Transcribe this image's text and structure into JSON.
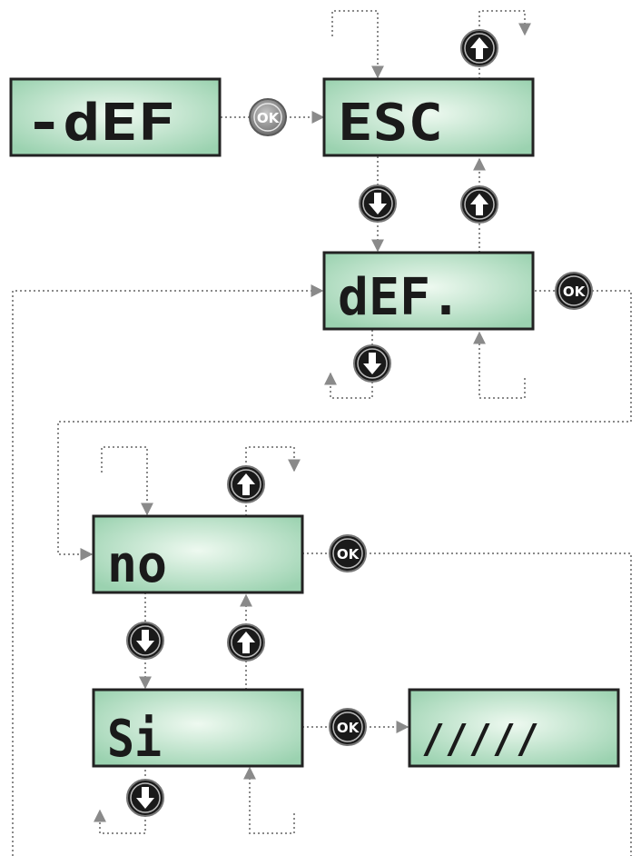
{
  "screens": {
    "def_entry": "-dEF",
    "esc": "ESC",
    "def_confirm": "dEF.",
    "no": "no",
    "si": "Si",
    "progress": "/////"
  },
  "buttons": {
    "ok_label": "OK"
  },
  "colors": {
    "lcd_fill_center": "#eaf7ec",
    "lcd_fill_edge": "#9ed4b2",
    "lcd_border": "#222222",
    "button_dark": "#1a1a1a",
    "button_gray": "#8c8c8c",
    "connector": "#8a8a8a"
  }
}
